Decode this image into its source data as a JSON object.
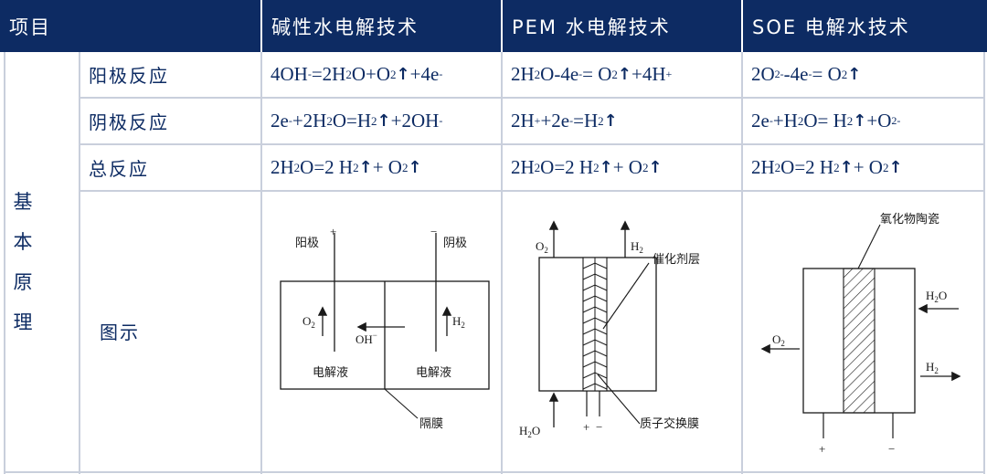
{
  "header": {
    "item": "项目",
    "alkaline": "碱性水电解技术",
    "pem": "PEM 水电解技术",
    "soe": "SOE 电解水技术"
  },
  "section_label": [
    "基",
    "本",
    "原",
    "理"
  ],
  "rows": {
    "anode": "阳极反应",
    "cathode": "阴极反应",
    "total": "总反应",
    "diagram": "图示"
  },
  "diagram_alkaline": {
    "anode": "阳极",
    "cathode": "阴极",
    "plus": "+",
    "minus": "−",
    "o2": "O",
    "h2": "H",
    "oh": "OH",
    "electrolyte_left": "电解液",
    "electrolyte_right": "电解液",
    "diaphragm": "隔膜"
  },
  "diagram_pem": {
    "o2": "O",
    "h2": "H",
    "catalyst": "催化剂层",
    "membrane": "质子交换膜",
    "water": "H",
    "plus": "+",
    "minus": "−"
  },
  "diagram_soe": {
    "ceramic": "氧化物陶瓷",
    "water": "H",
    "o2": "O",
    "h2": "H",
    "plus": "+",
    "minus": "−"
  }
}
